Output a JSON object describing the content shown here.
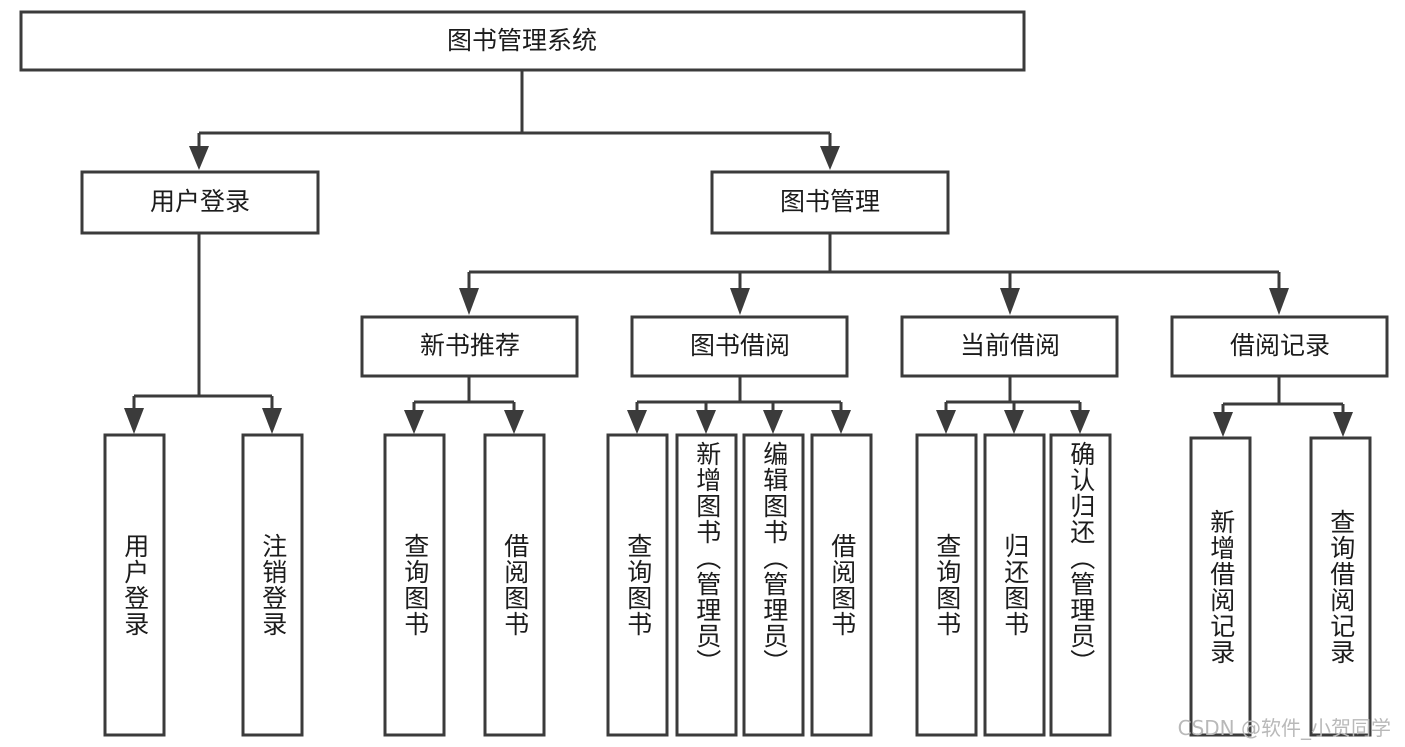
{
  "diagram": {
    "type": "tree",
    "title": "图书管理系统",
    "root": {
      "label": "图书管理系统"
    },
    "level2": [
      {
        "id": "user-login",
        "label": "用户登录"
      },
      {
        "id": "book-manage",
        "label": "图书管理"
      }
    ],
    "level3": [
      {
        "id": "new-book-recommend",
        "label": "新书推荐",
        "parent": "book-manage"
      },
      {
        "id": "book-borrow",
        "label": "图书借阅",
        "parent": "book-manage"
      },
      {
        "id": "current-borrow",
        "label": "当前借阅",
        "parent": "book-manage"
      },
      {
        "id": "borrow-record",
        "label": "借阅记录",
        "parent": "book-manage"
      }
    ],
    "leaves": [
      {
        "id": "leaf-user-login",
        "label": "用户登录",
        "parent": "user-login"
      },
      {
        "id": "leaf-logout-login",
        "label": "注销登录",
        "parent": "user-login"
      },
      {
        "id": "leaf-query-book-1",
        "label": "查询图书",
        "parent": "new-book-recommend"
      },
      {
        "id": "leaf-borrow-book-1",
        "label": "借阅图书",
        "parent": "new-book-recommend"
      },
      {
        "id": "leaf-query-book-2",
        "label": "查询图书",
        "parent": "book-borrow"
      },
      {
        "id": "leaf-add-book",
        "label": "新增图书（管理员）",
        "parent": "book-borrow"
      },
      {
        "id": "leaf-edit-book",
        "label": "编辑图书（管理员）",
        "parent": "book-borrow"
      },
      {
        "id": "leaf-borrow-book-2",
        "label": "借阅图书",
        "parent": "book-borrow"
      },
      {
        "id": "leaf-query-book-3",
        "label": "查询图书",
        "parent": "current-borrow"
      },
      {
        "id": "leaf-return-book",
        "label": "归还图书",
        "parent": "current-borrow"
      },
      {
        "id": "leaf-confirm-return",
        "label": "确认归还（管理员）",
        "parent": "current-borrow"
      },
      {
        "id": "leaf-add-record",
        "label": "新增借阅记录",
        "parent": "borrow-record"
      },
      {
        "id": "leaf-query-record",
        "label": "查询借阅记录",
        "parent": "borrow-record"
      }
    ],
    "colors": {
      "stroke": "#3b3b3b",
      "fill": "#ffffff",
      "text": "#1c1c1c",
      "watermark": "#b9b9b9",
      "background": "#ffffff"
    }
  },
  "watermark": {
    "text": "CSDN @软件_小贺同学"
  }
}
